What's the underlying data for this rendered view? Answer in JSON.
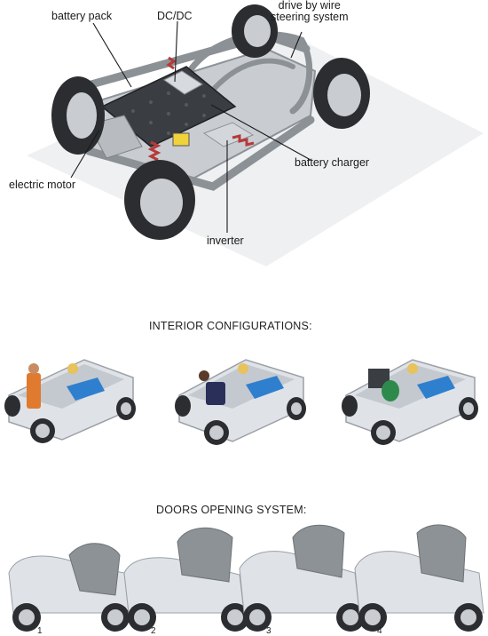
{
  "chassis_labels": {
    "battery_pack": "battery pack",
    "dcdc": "DC/DC",
    "drive_by_wire": "drive by wire\nsteering system",
    "battery_charger": "battery charger",
    "electric_motor": "electric motor",
    "inverter": "inverter"
  },
  "interior_heading": "INTERIOR CONFIGURATIONS:",
  "doors_heading": "DOORS OPENING SYSTEM:",
  "door_steps": [
    "1",
    "2",
    "3",
    "4"
  ],
  "colors": {
    "tire": "#2b2d30",
    "rim": "#c9ccd0",
    "frame": "#9ea3a8",
    "battery": "#3a3d42",
    "spring": "#b53a3a",
    "cabin": "#dfe3e8",
    "seat_blue": "#2f7fcf"
  }
}
